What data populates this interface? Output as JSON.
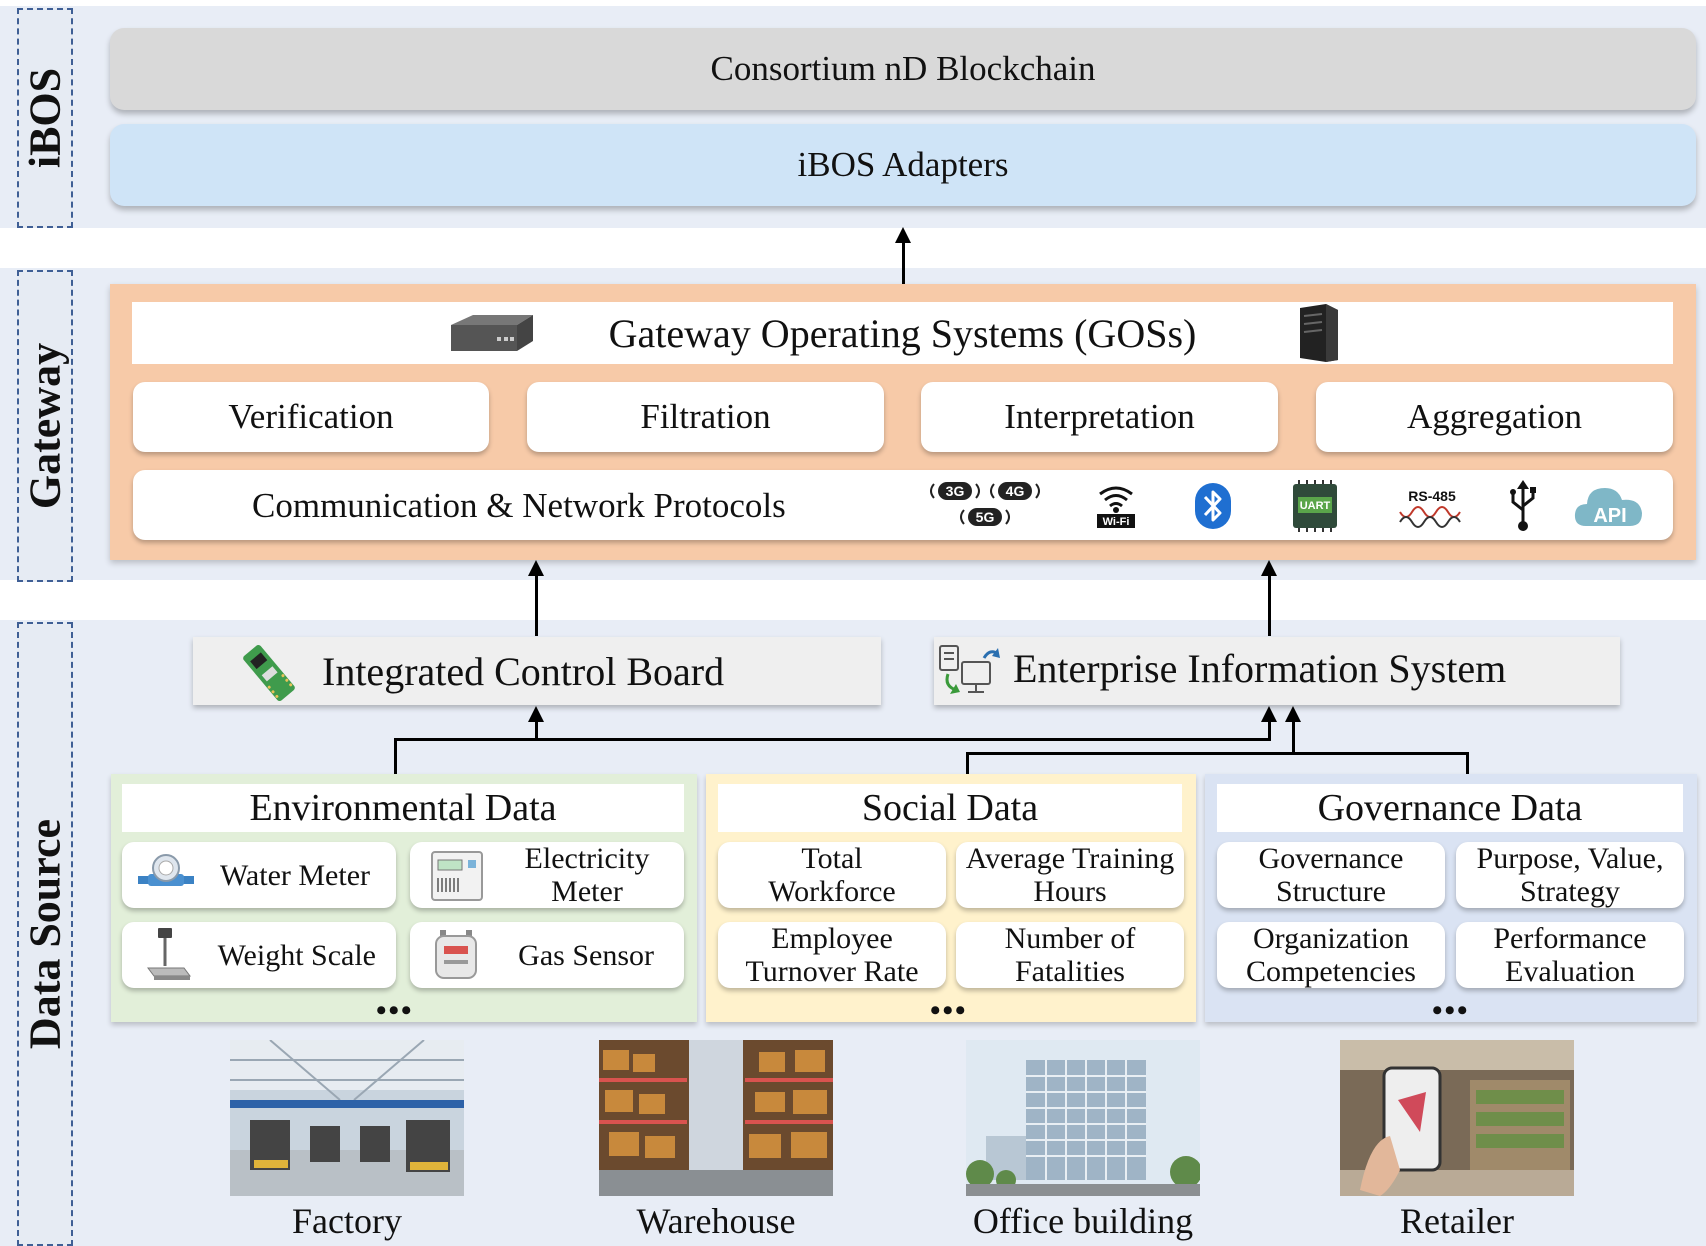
{
  "layers": {
    "ibos": "iBOS",
    "gateway": "Gateway",
    "data_source": "Data Source"
  },
  "ibos": {
    "blockchain": "Consortium nD Blockchain",
    "adapters": "iBOS Adapters"
  },
  "gateway": {
    "title": "Gateway Operating Systems (GOSs)",
    "functions": [
      "Verification",
      "Filtration",
      "Interpretation",
      "Aggregation"
    ],
    "protocols_label": "Communication & Network Protocols",
    "protocol_icons": [
      {
        "name": "cellular-3g-4g-5g-icon",
        "text": [
          "3G",
          "4G",
          "5G"
        ]
      },
      {
        "name": "wifi-icon",
        "text": "Wi-Fi"
      },
      {
        "name": "bluetooth-icon"
      },
      {
        "name": "uart-icon",
        "text": "UART"
      },
      {
        "name": "rs485-icon",
        "text": "RS-485"
      },
      {
        "name": "usb-icon"
      },
      {
        "name": "api-cloud-icon",
        "text": "API"
      }
    ]
  },
  "data_source": {
    "control_board": "Integrated Control Board",
    "enterprise_system": "Enterprise Information System",
    "categories": [
      {
        "title": "Environmental Data",
        "items": [
          "Water Meter",
          "Electricity Meter",
          "Weight Scale",
          "Gas Sensor"
        ],
        "more": "•••"
      },
      {
        "title": "Social Data",
        "items": [
          "Total Workforce",
          "Average Training Hours",
          "Employee Turnover Rate",
          "Number of Fatalities"
        ],
        "more": "•••"
      },
      {
        "title": "Governance Data",
        "items": [
          "Governance Structure",
          "Purpose, Value, Strategy",
          "Organization Competencies",
          "Performance Evaluation"
        ],
        "more": "•••"
      }
    ],
    "sites": [
      "Factory",
      "Warehouse",
      "Office building",
      "Retailer"
    ]
  },
  "colors": {
    "ibos_bg": "#e8edf6",
    "blockchain": "#d9d9d9",
    "adapters": "#cfe4f7",
    "gateway_bg": "#f7caa8",
    "env_bg": "#e2efd9",
    "social_bg": "#fff2cc",
    "gov_bg": "#dae3f3"
  }
}
